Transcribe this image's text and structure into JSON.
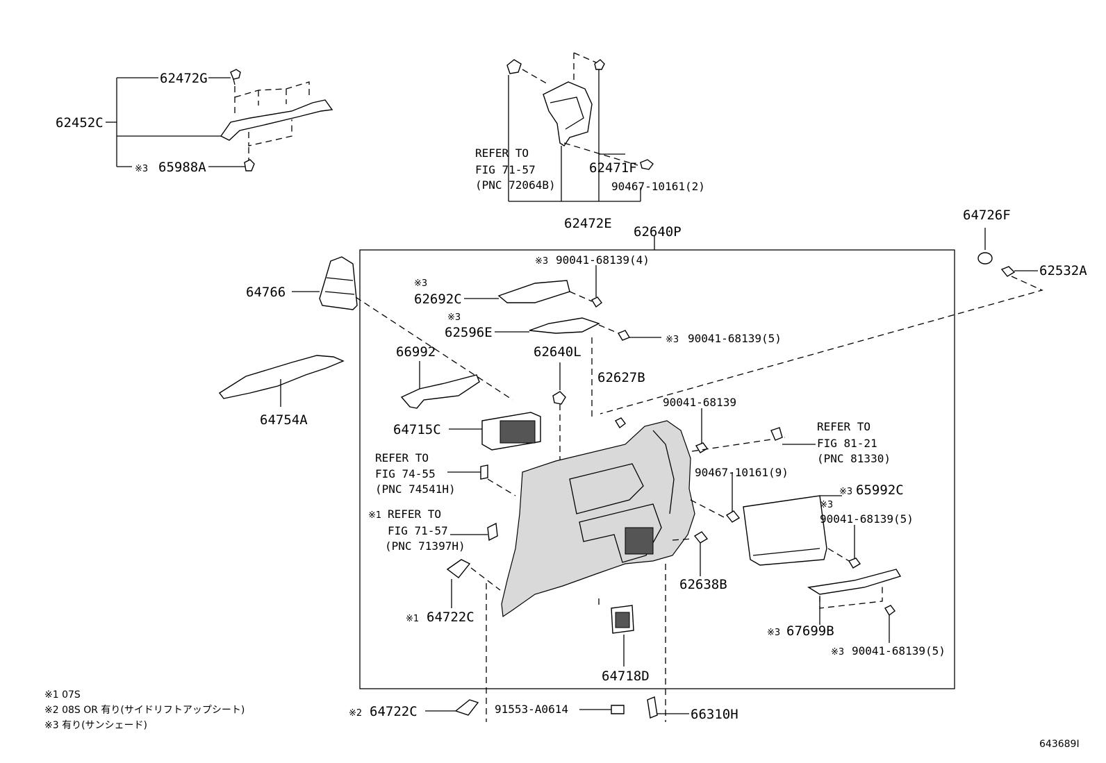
{
  "diagram_id": "643689I",
  "labels": {
    "p62472G": "62472G",
    "p62452C": "62452C",
    "p65988A": "65988A",
    "p62471F": "62471F",
    "p90467_2": "90467-10161(2)",
    "p62472E": "62472E",
    "p62640P": "62640P",
    "p64726F": "64726F",
    "p62532A": "62532A",
    "p64766": "64766",
    "p90041_4": "90041-68139(4)",
    "p62692C": "62692C",
    "p62596E": "62596E",
    "p90041_5a": "90041-68139(5)",
    "p66992": "66992",
    "p62640L": "62640L",
    "p64754A": "64754A",
    "p62627B": "62627B",
    "p90041": "90041-68139",
    "p64715C": "64715C",
    "p90467_9": "90467-10161(9)",
    "p65992C": "65992C",
    "p90041_5b": "90041-68139(5)",
    "p62638B": "62638B",
    "p64722C_1": "64722C",
    "p67699B": "67699B",
    "p90041_5c": "90041-68139(5)",
    "p64718D": "64718D",
    "p64722C_2": "64722C",
    "p91553": "91553-A0614",
    "p66310H": "66310H"
  },
  "refer_notes": {
    "fig71_57_top": [
      "REFER TO",
      "FIG 71-57",
      "(PNC 72064B)"
    ],
    "fig81_21": [
      "REFER TO",
      "FIG 81-21",
      "(PNC 81330)"
    ],
    "fig74_55": [
      "REFER TO",
      "FIG 74-55",
      "(PNC 74541H)"
    ],
    "fig71_57_bottom": [
      "REFER TO",
      "FIG 71-57",
      "(PNC 71397H)"
    ]
  },
  "marks": {
    "m1": "※1",
    "m2": "※2",
    "m3": "※3"
  },
  "footnotes": [
    "※1 07S",
    "※2 08S OR 有り(サイドリフトアップシート)",
    "※3 有り(サンシェード)"
  ]
}
